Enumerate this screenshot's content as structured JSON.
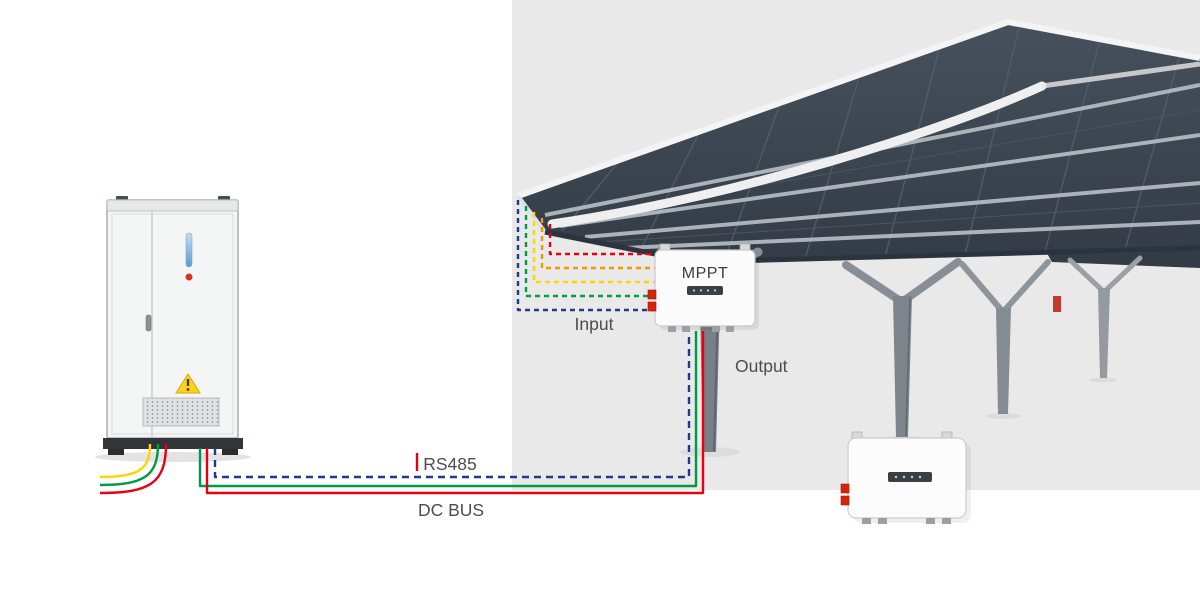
{
  "diagram": {
    "labels": {
      "mppt": "MPPT",
      "input": "Input",
      "output": "Output",
      "rs485": "RS485",
      "dc_bus": "DC BUS"
    },
    "colors": {
      "wire_red": "#e60012",
      "wire_green": "#009a44",
      "wire_yellow": "#ffd400",
      "wire_orange": "#f39800",
      "wire_blue": "#23388f",
      "photo_background": "#e9e9e9",
      "panel_underside": "#3e4955",
      "structure_gray": "#787f86",
      "connector_red": "#d8220a",
      "label_text": "#4d4d4d"
    }
  }
}
